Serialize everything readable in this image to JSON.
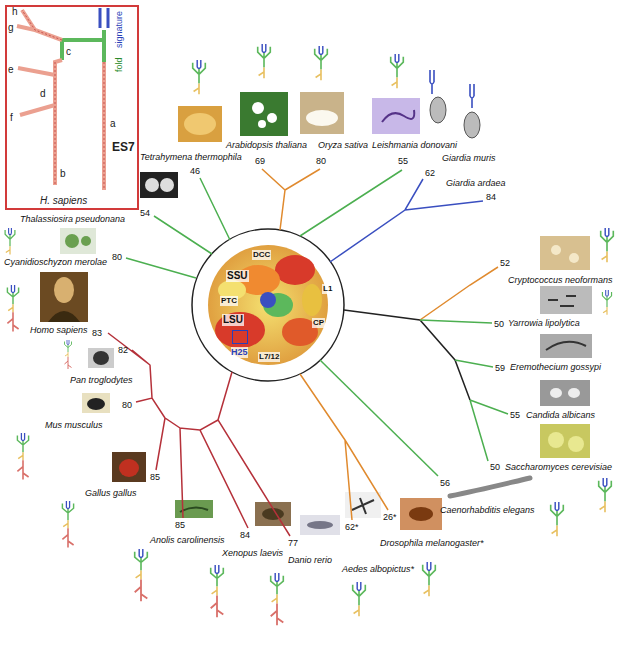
{
  "diagram": {
    "nodes": [
      {
        "text": [
          "ES7",
          "H. sapiens"
        ]
      },
      {
        "text": [
          "H25"
        ]
      }
    ],
    "labels": [
      "h",
      "g",
      "c",
      "e",
      "d",
      "f",
      "a",
      "b",
      "signature",
      "fold",
      "Tetrahymena thermophila",
      "46",
      "Arabidopsis thaliana",
      "69",
      "Oryza sativa",
      "80",
      "Leishmania donovani",
      "55",
      "Giardia muris",
      "62",
      "Giardia ardaea",
      "84",
      "Cryptococcus neoformans",
      "52",
      "Yarrowia lipolytica",
      "50",
      "Eremothecium gossypi",
      "59",
      "Candida albicans",
      "55",
      "Saccharomyces cerevisiae",
      "50",
      "Caenorhabditis elegans",
      "56",
      "Drosophila melanogaster*",
      "26*",
      "Aedes albopictus*",
      "62*",
      "Danio rerio",
      "77",
      "Xenopus laevis",
      "84",
      "Anolis carolinensis",
      "85",
      "Gallus gallus",
      "85",
      "Mus musculus",
      "80",
      "Pan troglodytes",
      "82",
      "Homo sapiens",
      "83",
      "Cyanidioschyzon merolae",
      "80",
      "Thalassiosira pseudonana",
      "54",
      "SSU",
      "LSU",
      "DCC",
      "PTC",
      "L1",
      "CP",
      "L7/12"
    ]
  }
}
